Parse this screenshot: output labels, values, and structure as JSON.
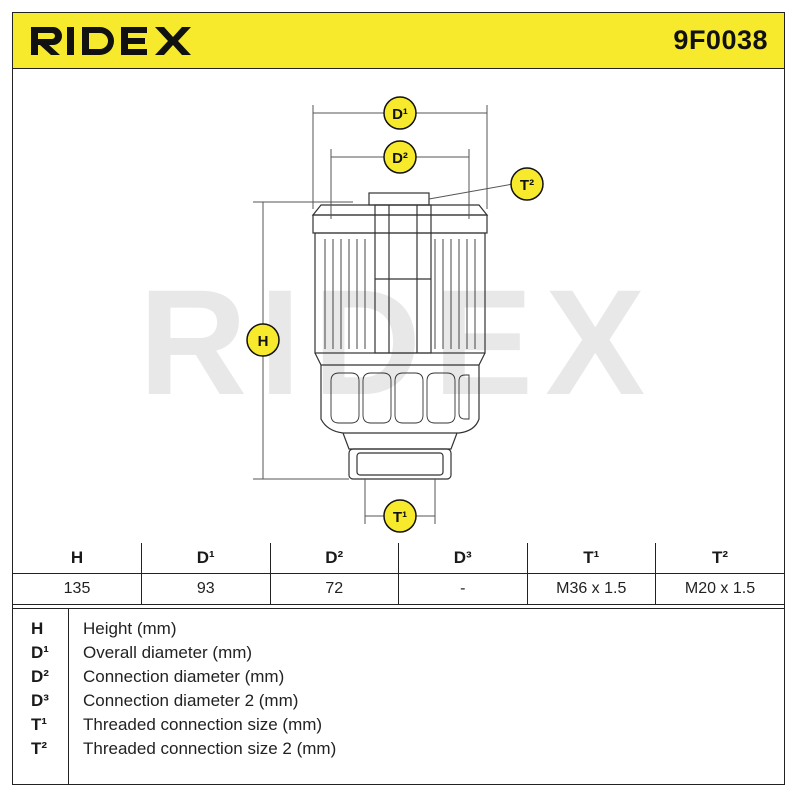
{
  "header": {
    "brand": "RIDEX",
    "part_number": "9F0038",
    "accent_color": "#f7ea2c"
  },
  "drawing": {
    "watermark": "RIDEX",
    "callouts": {
      "d1": "D¹",
      "d2": "D²",
      "t2": "T²",
      "h": "H",
      "t1": "T¹"
    }
  },
  "spec_table": {
    "headers": [
      "H",
      "D¹",
      "D²",
      "D³",
      "T¹",
      "T²"
    ],
    "values": [
      "135",
      "93",
      "72",
      "-",
      "M36 x 1.5",
      "M20 x 1.5"
    ]
  },
  "legend": [
    {
      "key": "H",
      "desc": "Height (mm)"
    },
    {
      "key": "D¹",
      "desc": "Overall diameter (mm)"
    },
    {
      "key": "D²",
      "desc": "Connection diameter (mm)"
    },
    {
      "key": "D³",
      "desc": "Connection diameter 2 (mm)"
    },
    {
      "key": "T¹",
      "desc": "Threaded connection size (mm)"
    },
    {
      "key": "T²",
      "desc": "Threaded connection size 2 (mm)"
    }
  ]
}
